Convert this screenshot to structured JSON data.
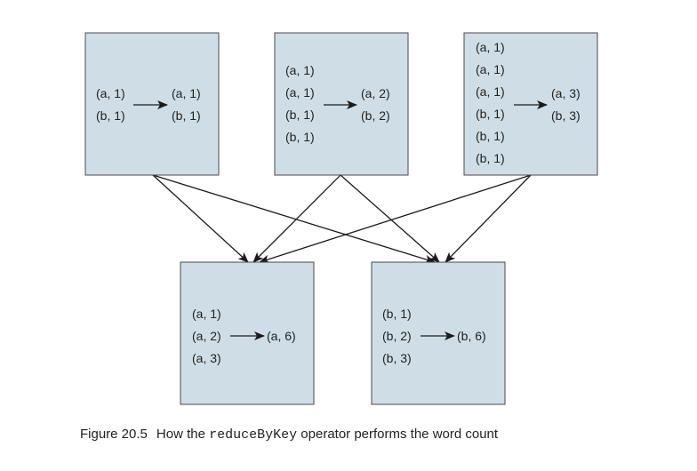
{
  "mappers": [
    {
      "inputs": [
        "(a, 1)",
        "(b, 1)"
      ],
      "outputs": [
        "(a, 1)",
        "(b, 1)"
      ]
    },
    {
      "inputs": [
        "(a, 1)",
        "(a, 1)",
        "(b, 1)",
        "(b, 1)"
      ],
      "outputs": [
        "(a, 2)",
        "(b, 2)"
      ]
    },
    {
      "inputs": [
        "(a, 1)",
        "(a, 1)",
        "(a, 1)",
        "(b, 1)",
        "(b, 1)",
        "(b, 1)"
      ],
      "outputs": [
        "(a, 3)",
        "(b, 3)"
      ]
    }
  ],
  "reducers": [
    {
      "inputs": [
        "(a, 1)",
        "(a, 2)",
        "(a, 3)"
      ],
      "outputs": [
        "(a, 6)"
      ]
    },
    {
      "inputs": [
        "(b, 1)",
        "(b, 2)",
        "(b, 3)"
      ],
      "outputs": [
        "(b, 6)"
      ]
    }
  ],
  "caption": {
    "figure_number": "Figure 20.5",
    "text_before": "How the ",
    "code": "reduceByKey",
    "text_after": " operator performs the word count"
  }
}
